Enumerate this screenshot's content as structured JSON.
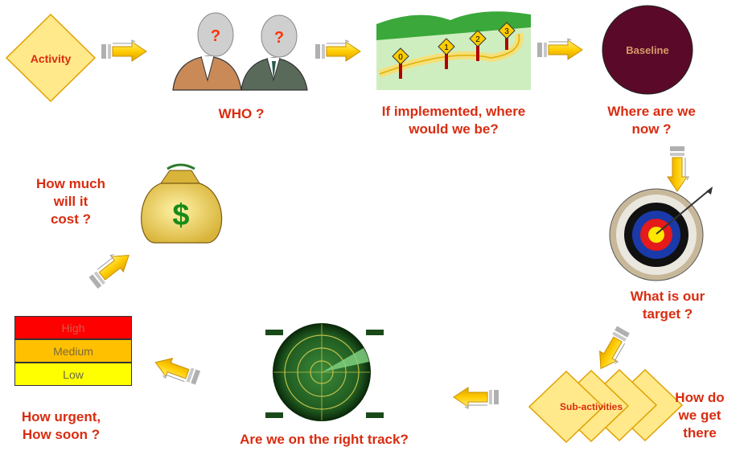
{
  "nodes": {
    "activity": "Activity",
    "baseline": "Baseline",
    "sub_activities": "Sub-activities",
    "who_mark_1": "?",
    "who_mark_2": "?",
    "milestones": [
      "0",
      "1",
      "2",
      "3"
    ]
  },
  "captions": {
    "who": "WHO ?",
    "if_implemented": [
      "If implemented, where",
      "would we be?"
    ],
    "where_now": [
      "Where are we",
      "now ?"
    ],
    "target": [
      "What is our",
      "target ?"
    ],
    "how_do_we_get": [
      "How do",
      "we get",
      "there"
    ],
    "on_track": "Are we on the right track?",
    "how_urgent": [
      "How urgent,",
      "How soon ?"
    ],
    "how_much": [
      "How much",
      "will it",
      "cost ?"
    ]
  },
  "urgency_levels": [
    {
      "label": "High",
      "color": "#ff0000",
      "text_color": "#d35a4a"
    },
    {
      "label": "Medium",
      "color": "#ffc000",
      "text_color": "#7a6a40"
    },
    {
      "label": "Low",
      "color": "#ffff00",
      "text_color": "#6a6a40"
    }
  ],
  "money_symbol": "$",
  "colors": {
    "caption": "#d92c10",
    "diamond_fill": "#ffe98a",
    "diamond_stroke": "#e0a000",
    "baseline_fill": "#5a0a28",
    "arrow_fill": "#ffcc00"
  }
}
